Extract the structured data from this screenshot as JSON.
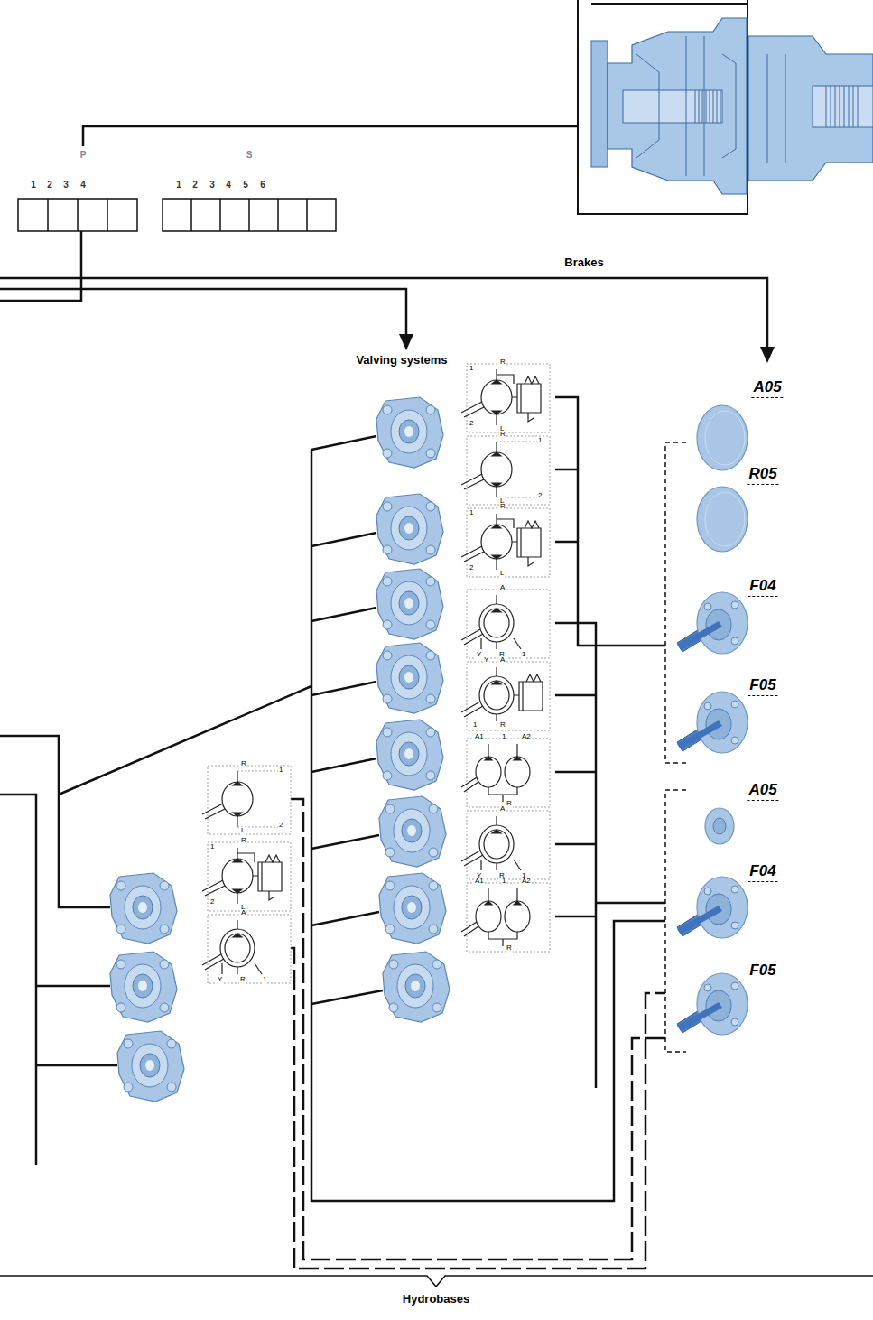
{
  "diagram": {
    "labels": [
      "P",
      "1",
      "2",
      "3",
      "4",
      "S",
      "1",
      "2",
      "3",
      "4",
      "5",
      "6",
      "Brakes",
      "Valving systems",
      "1",
      "R",
      "2",
      "L",
      "R",
      "1",
      "L",
      "2",
      "1",
      "R",
      "2",
      "L",
      "A",
      "Y",
      "R",
      "1",
      "Y",
      "A",
      "1",
      "R",
      "A1",
      "1",
      "A2",
      "R",
      "A",
      "Y",
      "R",
      "1",
      "A1",
      "1",
      "A2",
      "R",
      "R",
      "1",
      "L",
      "2",
      "1",
      "R",
      "2",
      "L",
      "A",
      "Y",
      "R",
      "1",
      "A05",
      "R05",
      "F04",
      "F05",
      "A05",
      "F04",
      "F05",
      "Hydrobases"
    ]
  }
}
